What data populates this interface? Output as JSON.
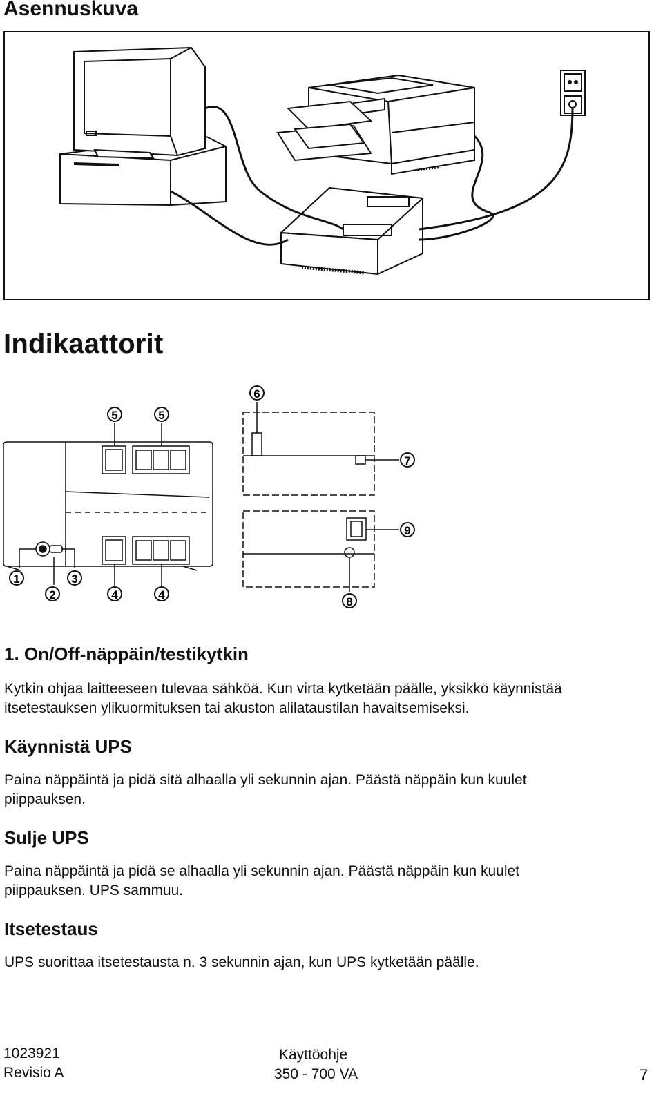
{
  "heading_installation": "Asennuskuva",
  "heading_indicators": "Indikaattorit",
  "callouts": {
    "c1": "1",
    "c2": "2",
    "c3": "3",
    "c4a": "4",
    "c4b": "4",
    "c5a": "5",
    "c5b": "5",
    "c6": "6",
    "c7": "7",
    "c8": "8",
    "c9": "9"
  },
  "section1": {
    "title": "1. On/Off-näppäin/testikytkin",
    "text_line1": "Kytkin ohjaa laitteeseen tulevaa sähköä. Kun virta kytketään päälle, yksikkö käynnistää",
    "text_line2": "itsetestauksen ylikuormituksen tai akuston alilataustilan havaitsemiseksi."
  },
  "start_ups": {
    "title": "Käynnistä UPS",
    "text_line1": "Paina näppäintä ja pidä sitä alhaalla yli sekunnin ajan. Päästä näppäin kun kuulet",
    "text_line2": "piippauksen."
  },
  "shutdown_ups": {
    "title": "Sulje UPS",
    "text_line1": "Paina näppäintä ja pidä se alhaalla yli sekunnin ajan. Päästä näppäin kun kuulet",
    "text_line2": "piippauksen.  UPS sammuu."
  },
  "self_test": {
    "title": "Itsetestaus",
    "text_line1": "UPS suorittaa itsetestausta n. 3 sekunnin ajan, kun UPS kytketään päälle."
  },
  "footer": {
    "doc_number": "1023921",
    "revision": "Revisio A",
    "manual": "Käyttöohje",
    "model": "350 - 700 VA",
    "page": "7"
  }
}
